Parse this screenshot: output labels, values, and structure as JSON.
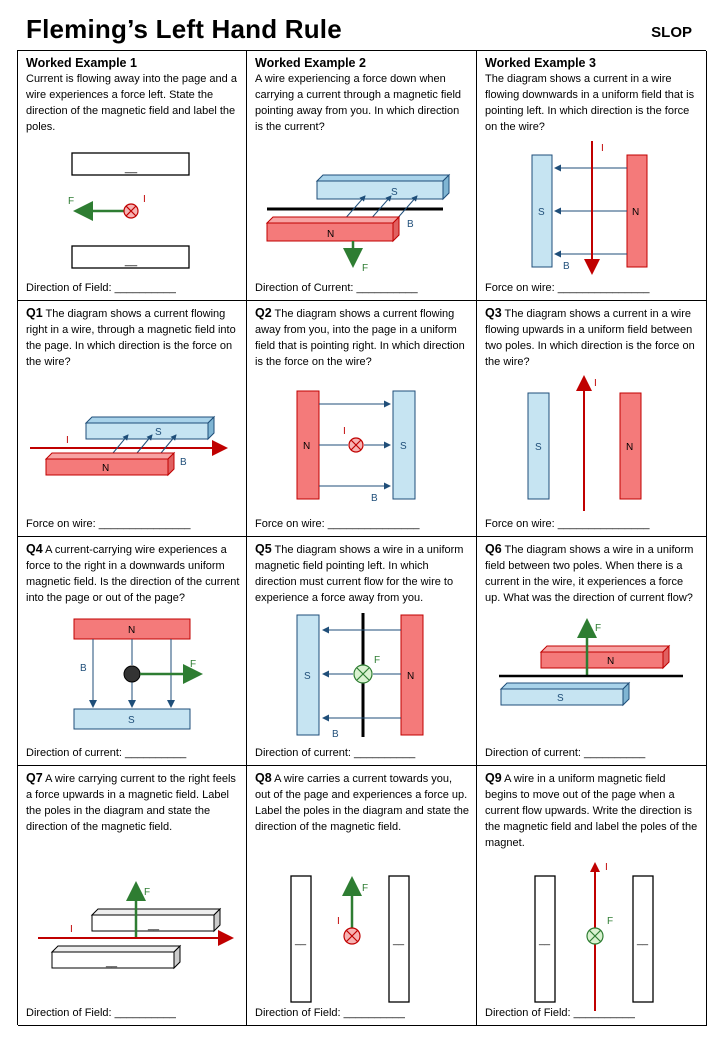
{
  "header": {
    "title": "Fleming’s Left Hand Rule",
    "brand": "SLOP"
  },
  "cells": [
    {
      "heading": "Worked Example 1",
      "text": "Current is flowing away into the page and a wire experiences a force left. State the direction of the magnetic field and label the poles.",
      "answer": "Direction of Field: __________",
      "labels": {
        "pole_top": "__",
        "pole_bottom": "__",
        "force": "F",
        "current": "I"
      }
    },
    {
      "heading": "Worked Example 2",
      "text": "A wire experiencing a force down when carrying a current through a magnetic field pointing away from you. In which direction is the current?",
      "answer": "Direction of Current: __________",
      "labels": {
        "s": "S",
        "n": "N",
        "b": "B",
        "f": "F"
      }
    },
    {
      "heading": "Worked Example 3",
      "text": "The diagram shows a current in a wire flowing downwards in a uniform field that is pointing left. In which direction is the force on the wire?",
      "answer": "Force on wire: _______________",
      "labels": {
        "s": "S",
        "n": "N",
        "i": "I",
        "b": "B"
      }
    },
    {
      "heading": "Q1",
      "text": " The diagram shows a current flowing right in a wire, through a magnetic field into the page. In which direction is the force on the wire?",
      "answer": "Force on wire: _______________",
      "labels": {
        "s": "S",
        "n": "N",
        "i": "I",
        "b": "B"
      }
    },
    {
      "heading": "Q2",
      "text": " The diagram shows a current flowing away from you, into the page in a uniform field that is pointing right. In which direction is the force on the wire?",
      "answer": "Force on wire: _______________",
      "labels": {
        "n": "N",
        "s": "S",
        "i": "I",
        "b": "B"
      }
    },
    {
      "heading": "Q3",
      "text": " The diagram shows a current in a wire flowing upwards in a uniform field between two poles. In which direction is the force on the wire?",
      "answer": "Force on wire: _______________",
      "labels": {
        "s": "S",
        "n": "N",
        "i": "I"
      }
    },
    {
      "heading": "Q4",
      "text": " A current-carrying wire experiences a force to the right in a downwards uniform magnetic field. Is the direction of the current into the page or out of the page?",
      "answer": "Direction of current: __________",
      "labels": {
        "n": "N",
        "s": "S",
        "b": "B",
        "f": "F"
      }
    },
    {
      "heading": "Q5",
      "text": " The diagram shows a wire in a uniform magnetic field pointing left. In which direction must current flow for the wire to experience a force away from you.",
      "answer": "Direction of current: __________",
      "labels": {
        "s": "S",
        "n": "N",
        "f": "F",
        "b": "B"
      }
    },
    {
      "heading": "Q6",
      "text": " The diagram shows a wire in a uniform field between two poles. When there is a current in the wire, it experiences a force up. What was the direction of current flow?",
      "answer": "Direction of current: __________",
      "labels": {
        "f": "F",
        "n": "N",
        "s": "S"
      }
    },
    {
      "heading": "Q7",
      "text": " A wire carrying current to the right feels a force upwards in a magnetic field. Label the poles in the diagram and state the direction of the magnetic field.",
      "answer": "Direction of Field: __________",
      "labels": {
        "f": "F",
        "i": "I",
        "pole_top": "__",
        "pole_bottom": "__"
      }
    },
    {
      "heading": "Q8",
      "text": " A wire carries a current towards you, out of the page and experiences a force up. Label the poles in the diagram and state the direction of the magnetic field.",
      "answer": "Direction of Field: __________",
      "labels": {
        "f": "F",
        "i": "I",
        "pole_left": "__",
        "pole_right": "__"
      }
    },
    {
      "heading": "Q9",
      "text": " A wire in a uniform magnetic field begins to move out of the page when a current flow upwards. Write the direction is the magnetic field and label the poles of the magnet.",
      "answer": "Direction of Field: __________",
      "labels": {
        "i": "I",
        "f": "F",
        "pole_left": "__",
        "pole_right": "__"
      }
    }
  ],
  "colors": {
    "north": "#f47a7a",
    "south": "#c6e4f2",
    "wire": "#c00000",
    "force": "#2e7d32",
    "field": "#1f4e79"
  }
}
